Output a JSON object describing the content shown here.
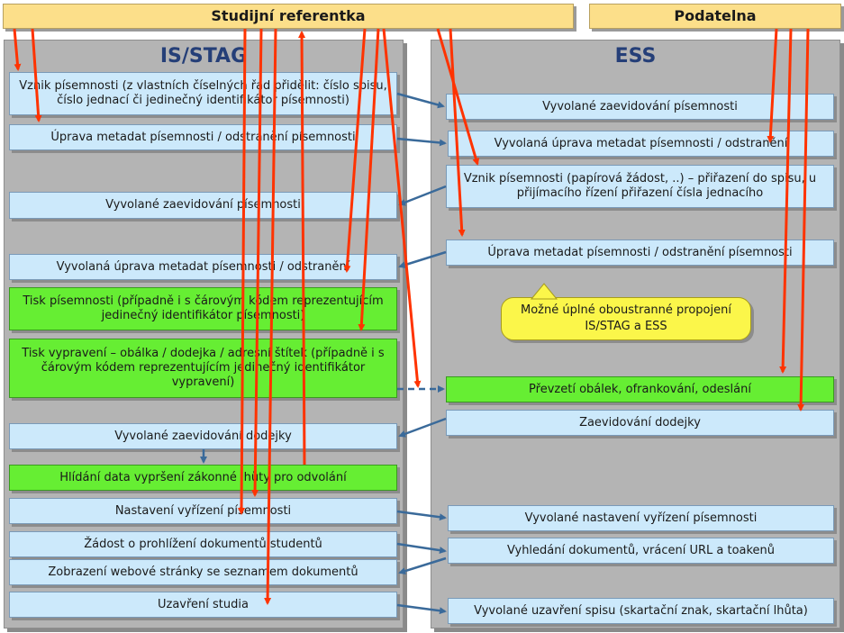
{
  "actors": {
    "studijni_referentka": "Studijní referentka",
    "podatelna": "Podatelna"
  },
  "panels": {
    "isstag": "IS/STAG",
    "ess": "ESS"
  },
  "isstag_items": [
    "Vznik písemnosti (z vlastních číselných řad přidělit: číslo spisu, číslo jednací či jedinečný identifikátor písemnosti)",
    "Úprava metadat písemnosti / odstranění písemnosti",
    "Vyvolané zaevidování písemnosti",
    "Vyvolaná úprava metadat písemnosti / odstranění",
    "Tisk písemnosti (případně i s čárovým kódem reprezentujícím jedinečný identifikátor písemnosti)",
    "Tisk vypravení – obálka / dodejka / adresní štítek (případně i s čárovým kódem reprezentujícím jedinečný identifikátor vypravení)",
    "Vyvolané zaevidování dodejky",
    "Hlídání data vypršení zákonné lhůty pro odvolání",
    "Nastavení vyřízení písemnosti",
    "Žádost o prohlížení dokumentů studentů",
    "Zobrazení webové stránky se seznamem dokumentů",
    "Uzavření studia"
  ],
  "ess_items": [
    "Vyvolané zaevidování písemnosti",
    "Vyvolaná úprava metadat písemnosti / odstranění",
    "Vznik písemnosti (papírová žádost, ..) – přiřazení do spisu, u přijímacího řízení přiřazení čísla jednacího",
    "Úprava metadat písemnosti / odstranění písemnosti",
    "Převzetí obálek, ofrankování, odeslání",
    "Zaevidování dodejky",
    "Vyvolané nastavení vyřízení písemnosti",
    "Vyhledání dokumentů, vrácení URL a toakenů",
    "Vyvolané uzavření spisu (skartační znak, skartační lhůta)"
  ],
  "note": "Možné úplné oboustranné propojení IS/STAG a ESS",
  "colors": {
    "actor": "#fcdf8a",
    "panel": "#b4b4b4",
    "box": "#cce9fb",
    "box_green": "#66ee33",
    "note": "#fbf64a",
    "arrow_red": "#ff3300",
    "arrow_blue": "#3a6a9a"
  }
}
